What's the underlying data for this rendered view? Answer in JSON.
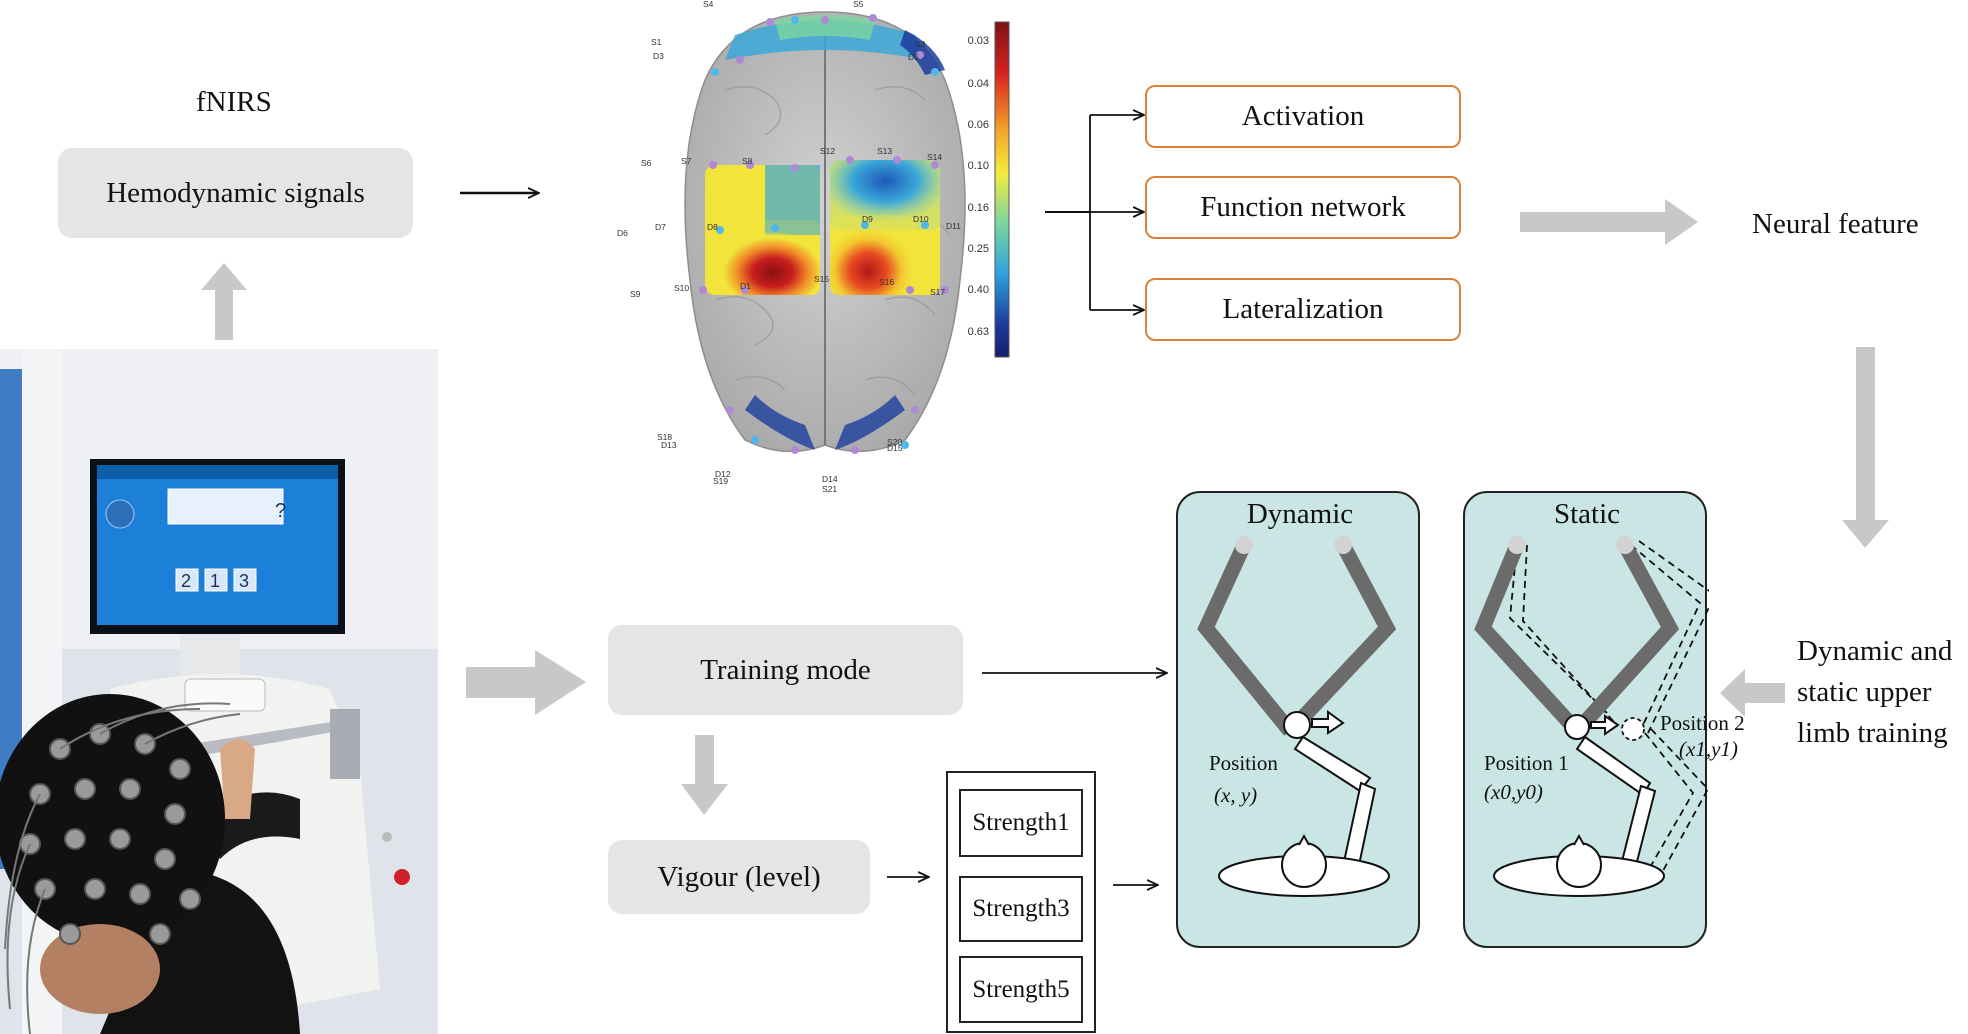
{
  "left": {
    "fnirs_label": "fNIRS",
    "hemodynamic_label": "Hemodynamic signals"
  },
  "brain": {
    "colorbar_ticks": [
      "0.03",
      "0.04",
      "0.06",
      "0.10",
      "0.16",
      "0.25",
      "0.40",
      "0.63"
    ],
    "optode_labels": [
      "S4",
      "S5",
      "S1",
      "D3",
      "S3",
      "D5",
      "S6",
      "S7",
      "S8",
      "S12",
      "S13",
      "S14",
      "D6",
      "D7",
      "D8",
      "D9",
      "D10",
      "D11",
      "S9",
      "S10",
      "D1",
      "S15",
      "S16",
      "S17",
      "S18",
      "D13",
      "D12",
      "S19",
      "D14",
      "S21",
      "S20",
      "D15"
    ]
  },
  "features": {
    "items": [
      "Activation",
      "Function network",
      "Lateralization"
    ],
    "neural_feature": "Neural feature"
  },
  "training": {
    "training_mode": "Training mode",
    "vigour": "Vigour (level)",
    "strengths": [
      "Strength1",
      "Strength3",
      "Strength5"
    ],
    "dynamic_static_lines": [
      "Dynamic and",
      "static upper",
      "limb training"
    ]
  },
  "dynamic": {
    "title": "Dynamic",
    "position_label": "Position",
    "position_coords": "(x, y)"
  },
  "static": {
    "title": "Static",
    "position1_label": "Position 1",
    "position1_coords": "(x0,y0)",
    "position2_label": "Position 2",
    "position2_coords": "(x1,y1)"
  },
  "photo": {
    "screen_digits": [
      "2",
      "1",
      "3"
    ]
  },
  "colors": {
    "gray_box": "#e6e5e5",
    "orange_border": "#d9823b",
    "teal_panel": "#c9e6e5",
    "arrow_gray": "#c8c8c8"
  }
}
